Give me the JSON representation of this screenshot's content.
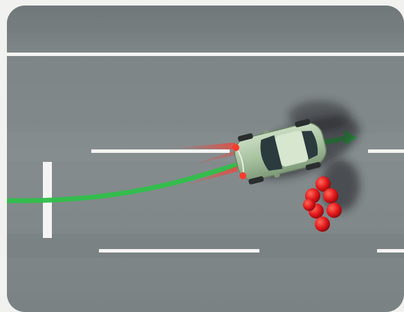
{
  "scene": {
    "type": "top-down road illustration",
    "colors": {
      "asphalt": "#7d8587",
      "asphalt_dark": "#6f7779",
      "lane_marking": "#f4f4f2",
      "trajectory": "#2fbf4a",
      "car_body": "#a9c3a1",
      "sensor_beam": "#ff3a2a",
      "obstacle": "#e0161a",
      "frame": "#f1f1ef"
    },
    "objects": [
      {
        "name": "car",
        "icon": "car-icon"
      },
      {
        "name": "trajectory",
        "icon": "green-arrow"
      },
      {
        "name": "obstacle",
        "icon": "red-balls-cluster"
      }
    ]
  }
}
